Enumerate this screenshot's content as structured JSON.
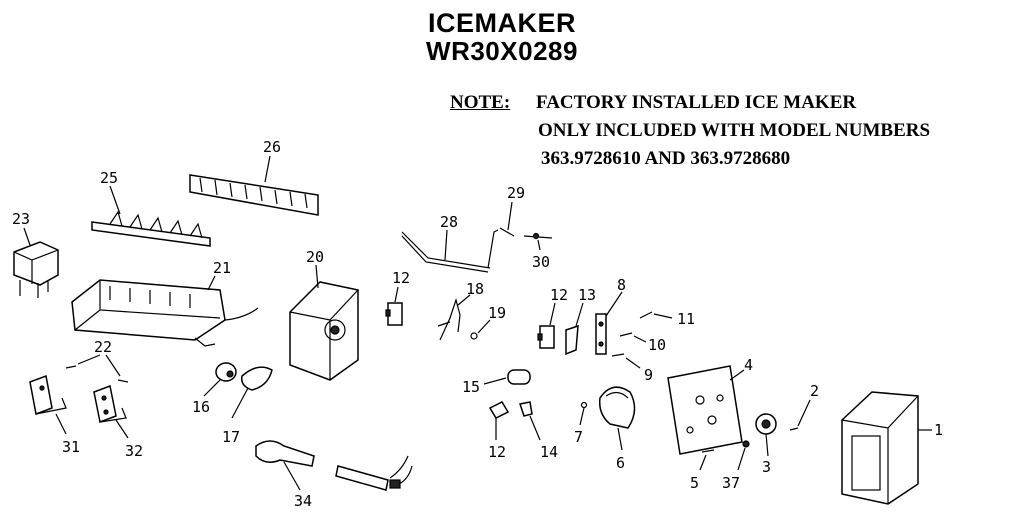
{
  "title": {
    "line1": "ICEMAKER",
    "line2": "WR30X0289"
  },
  "note": {
    "label": "NOTE:",
    "line1": "FACTORY INSTALLED ICE MAKER",
    "line2": "ONLY INCLUDED WITH MODEL NUMBERS",
    "line3": "363.9728610 AND 363.9728680"
  },
  "callouts": {
    "c1": "1",
    "c2": "2",
    "c3": "3",
    "c4": "4",
    "c5": "5",
    "c6": "6",
    "c7": "7",
    "c8": "8",
    "c9": "9",
    "c10": "10",
    "c11": "11",
    "c12a": "12",
    "c12b": "12",
    "c12c": "12",
    "c13": "13",
    "c14": "14",
    "c15": "15",
    "c16": "16",
    "c17": "17",
    "c18": "18",
    "c19": "19",
    "c20": "20",
    "c21": "21",
    "c22": "22",
    "c23": "23",
    "c25": "25",
    "c26": "26",
    "c28": "28",
    "c29": "29",
    "c30": "30",
    "c31": "31",
    "c32": "32",
    "c34": "34",
    "c37": "37"
  }
}
